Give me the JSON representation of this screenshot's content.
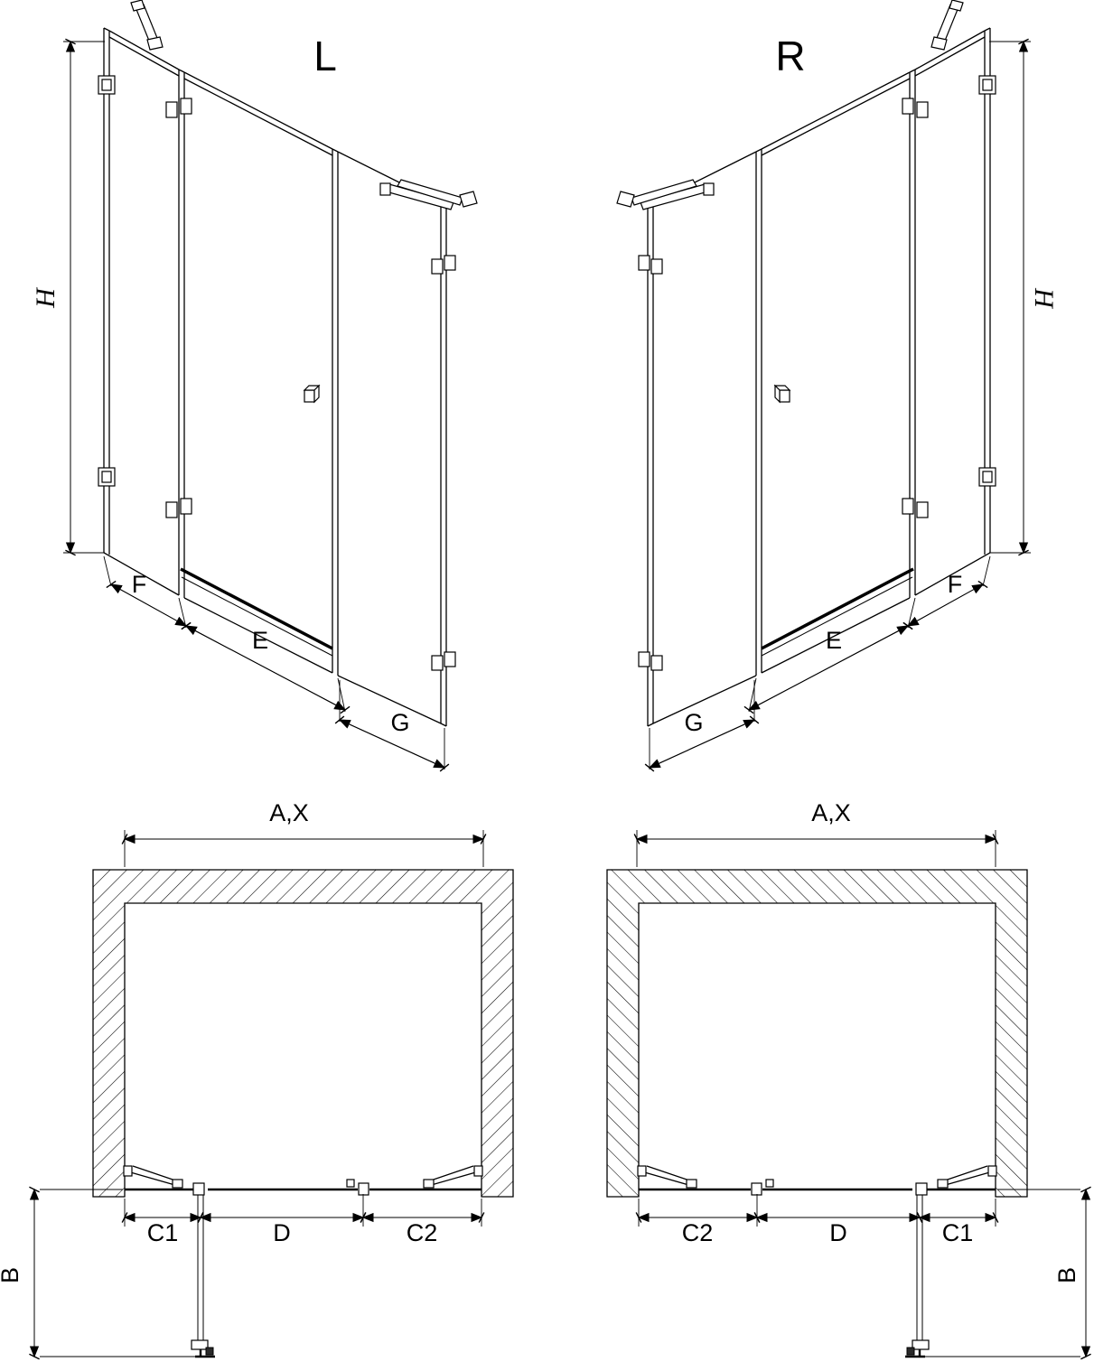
{
  "colors": {
    "background": "#ffffff",
    "line": "#000000"
  },
  "views": {
    "elevation_left": {
      "title": "L",
      "height": "H",
      "seg_f": "F",
      "seg_e": "E",
      "seg_g": "G"
    },
    "elevation_right": {
      "title": "R",
      "height": "H",
      "seg_f": "F",
      "seg_e": "E",
      "seg_g": "G"
    },
    "plan_left": {
      "width": "A,X",
      "depth": "B",
      "seg_left": "C1",
      "seg_mid": "D",
      "seg_right": "C2"
    },
    "plan_right": {
      "width": "A,X",
      "depth": "B",
      "seg_left": "C2",
      "seg_mid": "D",
      "seg_right": "C1"
    }
  }
}
